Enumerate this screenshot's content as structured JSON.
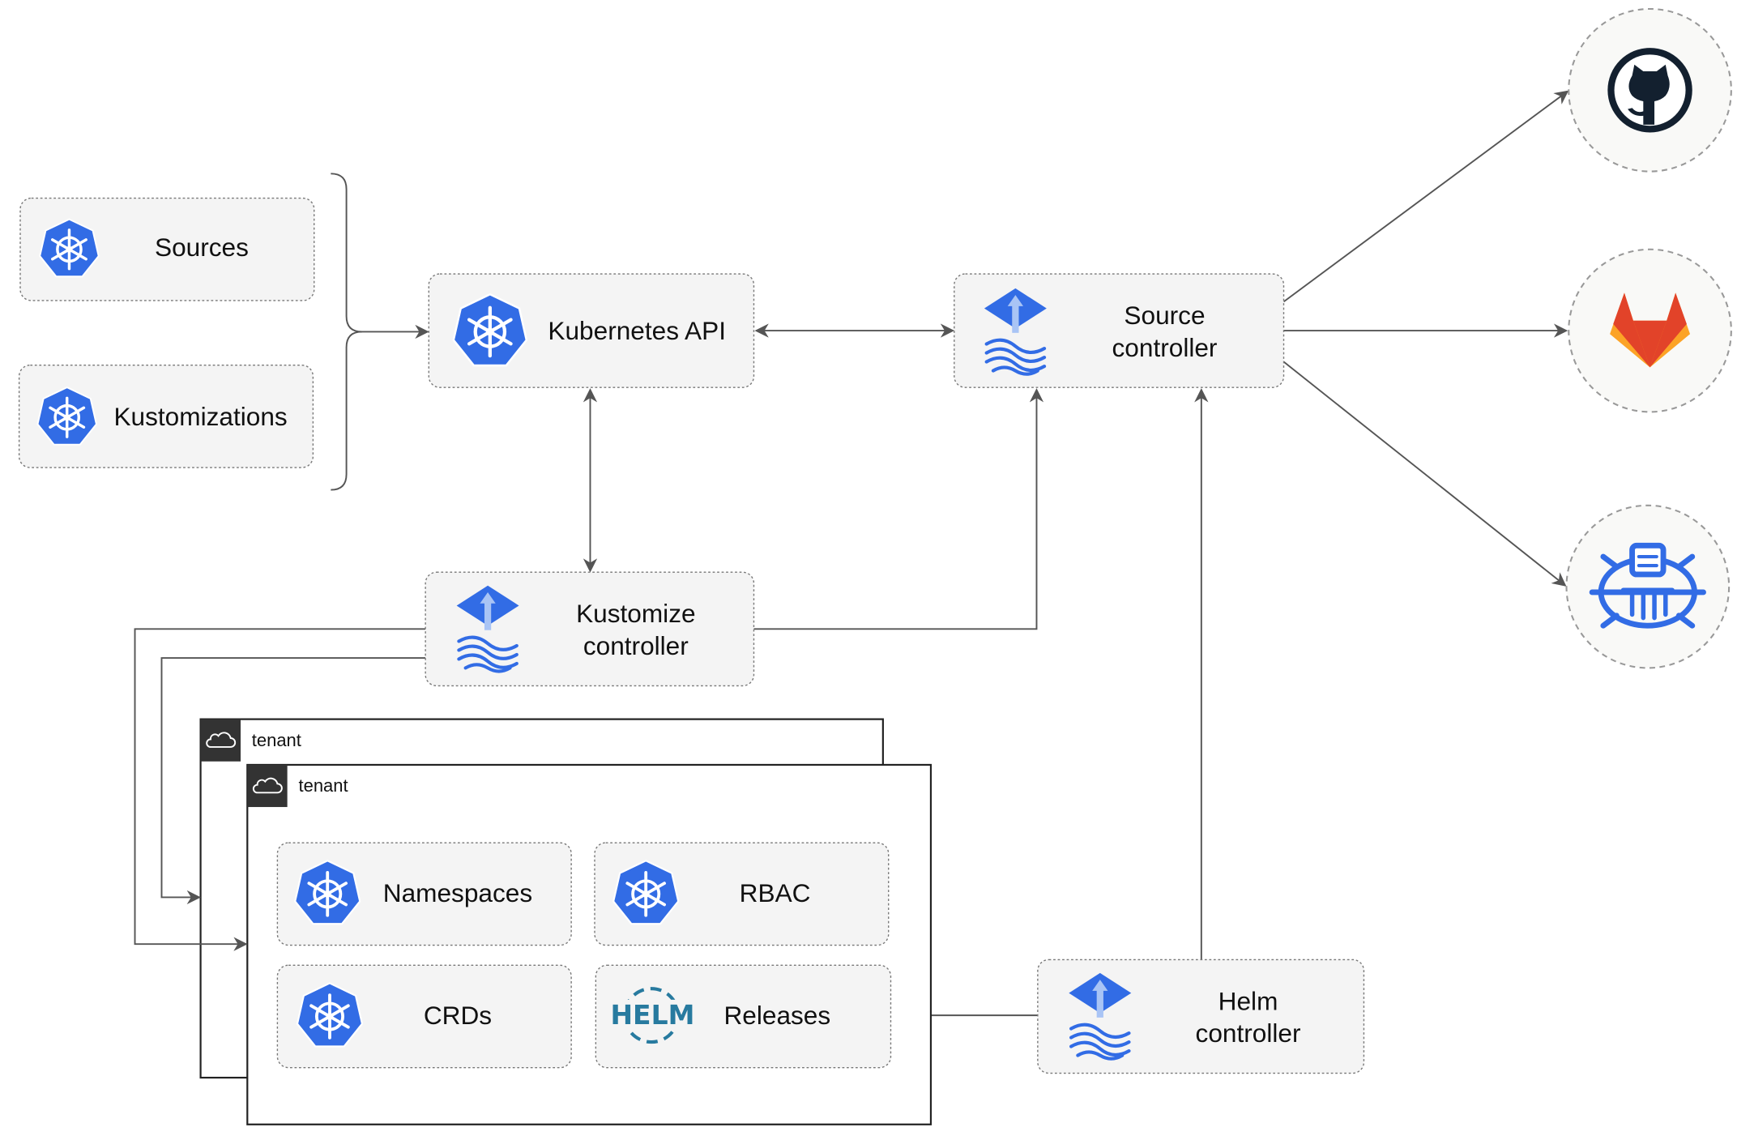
{
  "colors": {
    "k8s_blue": "#326CE5",
    "line": "#555555",
    "box_fill": "#f4f4f4",
    "tenant_header": "#333333",
    "gitlab_orange": "#E24329",
    "gitlab_yellow": "#FCA326",
    "github": "#13202F"
  },
  "nodes": {
    "sources": {
      "label": "Sources",
      "icon": "kubernetes-icon"
    },
    "kustomizations": {
      "label": "Kustomizations",
      "icon": "kubernetes-icon"
    },
    "kubernetes_api": {
      "label": "Kubernetes API",
      "icon": "kubernetes-icon"
    },
    "source_controller": {
      "line1": "Source",
      "line2": "controller",
      "icon": "flux-icon"
    },
    "kustomize_controller": {
      "line1": "Kustomize",
      "line2": "controller",
      "icon": "flux-icon"
    },
    "helm_controller": {
      "line1": "Helm",
      "line2": "controller",
      "icon": "flux-icon"
    },
    "namespaces": {
      "label": "Namespaces",
      "icon": "kubernetes-icon"
    },
    "rbac": {
      "label": "RBAC",
      "icon": "kubernetes-icon"
    },
    "crds": {
      "label": "CRDs",
      "icon": "kubernetes-icon"
    },
    "releases": {
      "label": "Releases",
      "icon": "helm-icon",
      "logo_text": "HELM"
    }
  },
  "tenants": [
    {
      "label": "tenant",
      "icon": "cloud-icon"
    },
    {
      "label": "tenant",
      "icon": "cloud-icon"
    }
  ],
  "external": [
    {
      "icon": "github-icon"
    },
    {
      "icon": "gitlab-icon"
    },
    {
      "icon": "bucket-icon"
    }
  ]
}
